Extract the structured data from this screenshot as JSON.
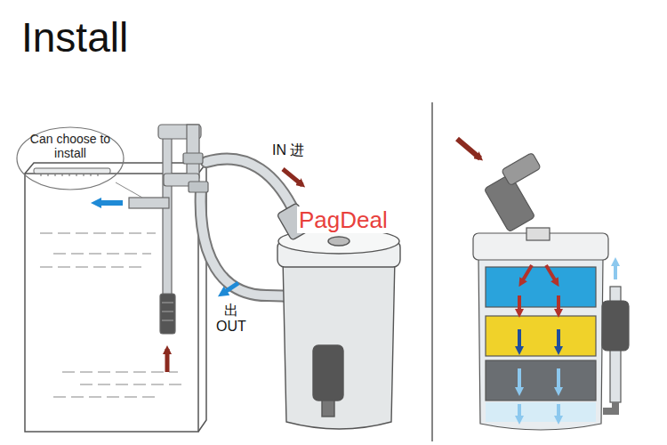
{
  "diagram": {
    "title": "Install",
    "nodes": [
      {
        "text": [
          "Can choose to install"
        ]
      }
    ],
    "labels": [
      "IN 进",
      "出 OUT",
      "PagDeal"
    ]
  }
}
